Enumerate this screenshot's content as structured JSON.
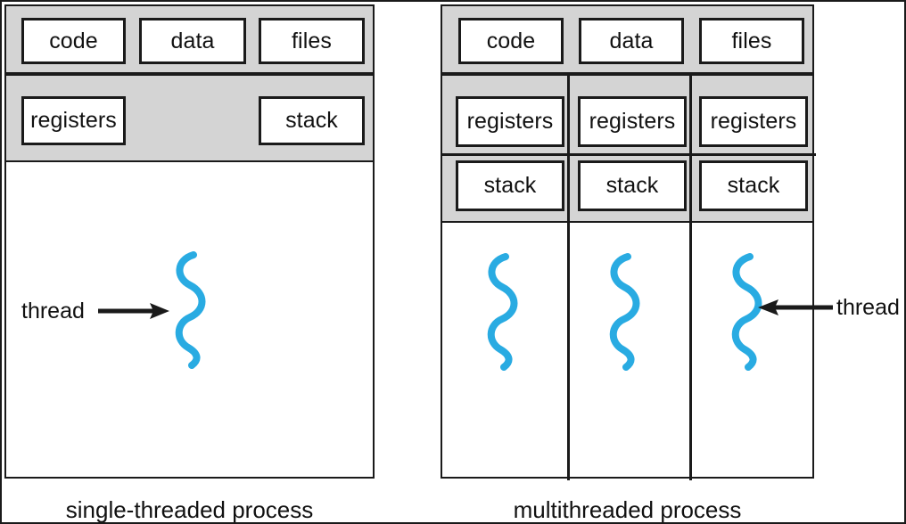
{
  "figure": {
    "accent_color": "#29abe2",
    "panel_fill": "#d4d4d4",
    "line_color": "#1a1a1a"
  },
  "single_threaded": {
    "caption": "single-threaded process",
    "shared_resources": [
      "code",
      "data",
      "files"
    ],
    "thread_resources": [
      "registers",
      "stack"
    ],
    "thread_label": "thread",
    "thread_count": 1
  },
  "multithreaded": {
    "caption": "multithreaded process",
    "shared_resources": [
      "code",
      "data",
      "files"
    ],
    "threads": [
      {
        "registers": "registers",
        "stack": "stack"
      },
      {
        "registers": "registers",
        "stack": "stack"
      },
      {
        "registers": "registers",
        "stack": "stack"
      }
    ],
    "thread_label": "thread",
    "thread_count": 3
  }
}
